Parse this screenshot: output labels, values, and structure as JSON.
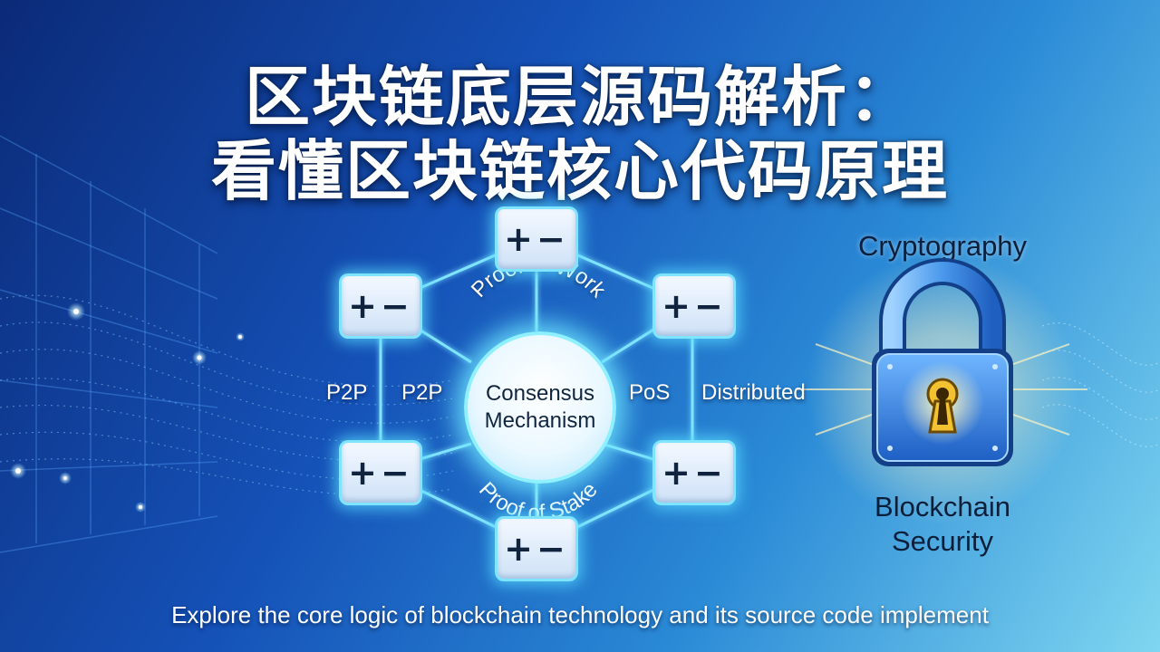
{
  "title": {
    "line1": "区块链底层源码解析：",
    "line2": "看懂区块链核心代码原理"
  },
  "diagram": {
    "hub_line1": "Consensus",
    "hub_line2": "Mechanism",
    "arc_top": "Proof of Work",
    "arc_bottom": "Proof of Stake",
    "node_symbol": "+−",
    "labels": {
      "far_left": "P2P",
      "inner_left": "P2P",
      "inner_right": "PoS",
      "far_right": "Distributed"
    }
  },
  "security": {
    "title": "Cryptography",
    "line1": "Blockchain",
    "line2": "Security",
    "icon": "padlock-icon"
  },
  "subtitle": "Explore the core logic of blockchain technology and its source code implement",
  "colors": {
    "glow": "#7fe4ff",
    "lock_body": "#2f7fe0",
    "keyhole": "#f2c230"
  }
}
